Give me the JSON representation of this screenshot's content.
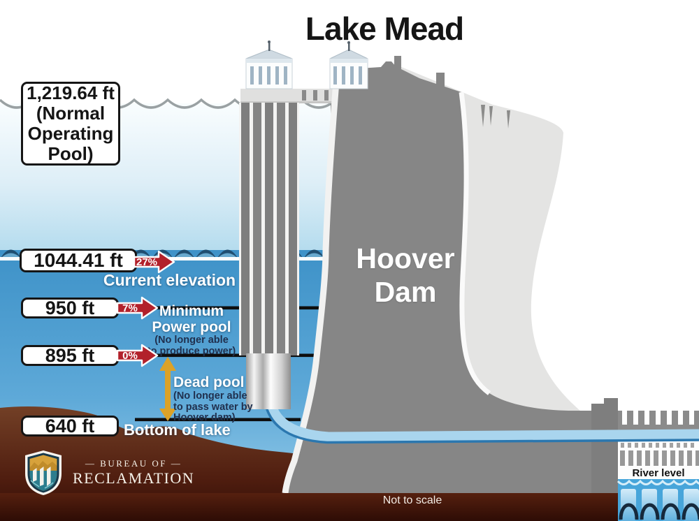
{
  "title": "Lake Mead",
  "normal_pool": {
    "line1": "1,219.64 ft",
    "line2": "(Normal",
    "line3": "Operating",
    "line4": "Pool)"
  },
  "current": {
    "value": "1044.41 ft",
    "percent": "27%",
    "label": "Current elevation"
  },
  "min_power": {
    "value": "950 ft",
    "percent": "7%",
    "label1": "Minimum",
    "label2": "Power pool",
    "note1": "(No longer able",
    "note2": "to produce power)"
  },
  "dead_pool": {
    "value": "895 ft",
    "percent": "0%",
    "label": "Dead pool",
    "note1": "(No longer able",
    "note2": "to pass water by",
    "note3": "Hoover dam)"
  },
  "bottom": {
    "value": "640 ft",
    "label": "Bottom of lake"
  },
  "dam": {
    "line1": "Hoover",
    "line2": "Dam"
  },
  "powerhouse": {
    "river_level": "River level"
  },
  "footer": {
    "scale_note": "Not to scale"
  },
  "logo": {
    "line1": "— BUREAU OF —",
    "line2": "RECLAMATION"
  },
  "colors": {
    "water_deep": "#3e92c8",
    "water_light": "#b5dcee",
    "dam_gray": "#868686",
    "canyon_gray": "#e4e4e3",
    "lakebed_brown": "#5a2412",
    "arrow_red": "#b2212b",
    "range_gold": "#dca227",
    "wave_navy": "#1f4e71",
    "pipe_blue": "#a9d5ee"
  }
}
